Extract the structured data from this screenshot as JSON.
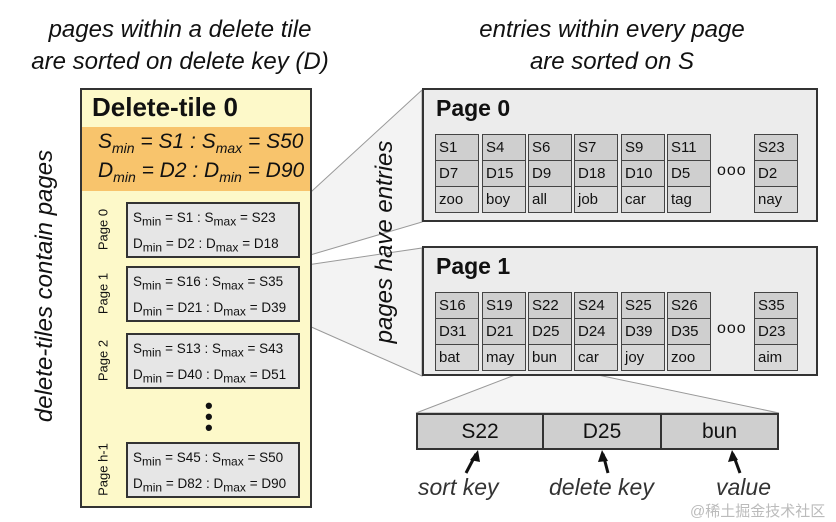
{
  "captions": {
    "left_line1": "pages within a delete tile",
    "left_line2": "are sorted on delete key (D)",
    "right_line1": "entries within every page",
    "right_line2": "are sorted on S",
    "tiles_contain": "delete-tiles contain pages",
    "pages_have": "pages have entries"
  },
  "tile": {
    "title": "Delete-tile 0",
    "s_line": {
      "a": "S",
      "a_sub": "min",
      "b": " = S1 : S",
      "b_sub": "max",
      "c": " = S50"
    },
    "d_line": {
      "a": "D",
      "a_sub": "min",
      "b": " = D2 : D",
      "b_sub": "min",
      "c": " = D90"
    },
    "pages": [
      {
        "label": "Page 0",
        "smin": "S1",
        "smax": "S23",
        "dmin": "D2",
        "dmax": "D18"
      },
      {
        "label": "Page 1",
        "smin": "S16",
        "smax": "S35",
        "dmin": "D21",
        "dmax": "D39"
      },
      {
        "label": "Page 2",
        "smin": "S13",
        "smax": "S43",
        "dmin": "D40",
        "dmax": "D51"
      },
      {
        "label": "Page h-1",
        "smin": "S45",
        "smax": "S50",
        "dmin": "D82",
        "dmax": "D90"
      }
    ]
  },
  "labels": {
    "S": "S",
    "D": "D",
    "min": "min",
    "max": "max",
    "eq": " = ",
    "sep": " : "
  },
  "right_pages": [
    {
      "title": "Page 0",
      "entries": [
        [
          "S1",
          "D7",
          "zoo"
        ],
        [
          "S4",
          "D15",
          "boy"
        ],
        [
          "S6",
          "D9",
          "all"
        ],
        [
          "S7",
          "D18",
          "job"
        ],
        [
          "S9",
          "D10",
          "car"
        ],
        [
          "S11",
          "D5",
          "tag"
        ]
      ],
      "last": [
        "S23",
        "D2",
        "nay"
      ]
    },
    {
      "title": "Page 1",
      "entries": [
        [
          "S16",
          "D31",
          "bat"
        ],
        [
          "S19",
          "D21",
          "may"
        ],
        [
          "S22",
          "D25",
          "bun"
        ],
        [
          "S24",
          "D24",
          "car"
        ],
        [
          "S25",
          "D39",
          "joy"
        ],
        [
          "S26",
          "D35",
          "zoo"
        ]
      ],
      "last": [
        "S35",
        "D23",
        "aim"
      ]
    }
  ],
  "ellipsis": "ooo",
  "entry_detail": {
    "sort": "S22",
    "delete": "D25",
    "value": "bun",
    "sort_label": "sort key",
    "delete_label": "delete key",
    "value_label": "value"
  },
  "watermark": "@稀土掘金技术社区",
  "colors": {
    "tile": "#fdf9c9",
    "band": "#f8c46c",
    "page": "#ececec",
    "cell": "#cfcfcf"
  }
}
